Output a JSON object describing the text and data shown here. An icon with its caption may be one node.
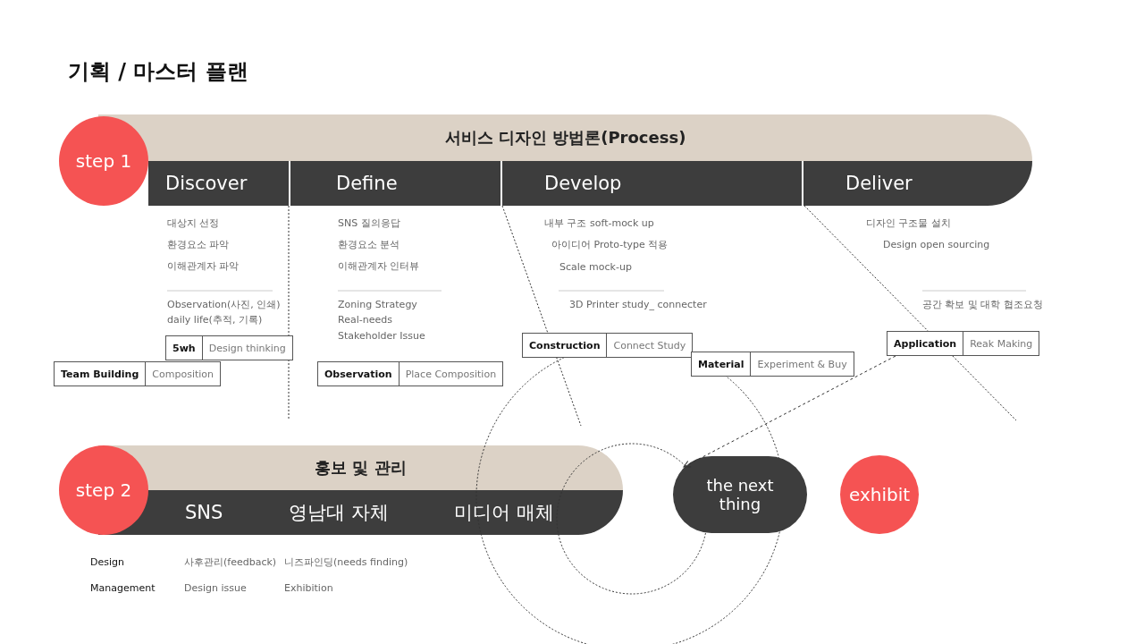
{
  "diagram": {
    "title": "기획 / 마스터 플랜",
    "nodes": [
      {
        "text": [
          "step 1"
        ]
      },
      {
        "text": [
          "서비스 디자인 방법론(Process)"
        ]
      },
      {
        "text": [
          "Discover"
        ]
      },
      {
        "text": [
          "Define"
        ]
      },
      {
        "text": [
          "Develop"
        ]
      },
      {
        "text": [
          "Deliver"
        ]
      },
      {
        "text": [
          "5wh",
          "Design thinking"
        ]
      },
      {
        "text": [
          "Team Building",
          "Composition"
        ]
      },
      {
        "text": [
          "Observation",
          "Place Composition"
        ]
      },
      {
        "text": [
          "Construction",
          "Connect Study"
        ]
      },
      {
        "text": [
          "Material",
          "Experiment & Buy"
        ]
      },
      {
        "text": [
          "Application",
          "Reak Making"
        ]
      },
      {
        "text": [
          "step 2"
        ]
      },
      {
        "text": [
          "홍보 및 관리"
        ]
      },
      {
        "text": [
          "SNS",
          "영남대 자체",
          "미디어 매체"
        ]
      },
      {
        "text": [
          "the next thing"
        ]
      },
      {
        "text": [
          "exhibit"
        ]
      }
    ],
    "edges": [
      {
        "from": 11,
        "to": 15,
        "arrow": "to",
        "style": "dashed"
      }
    ],
    "labels": [
      "대상지 선정",
      "환경요소 파악",
      "이해관계자 파악",
      "Observation(사진, 인쇄)",
      "daily life(추적, 기록)",
      "SNS 질의응답",
      "환경요소 분석",
      "이해관계자 인터뷰",
      "Zoning Strategy",
      "Real-needs",
      "Stakeholder Issue",
      "내부 구조 soft-mock up",
      "아이디어 Proto-type 적용",
      "Scale mock-up",
      "3D Printer study_ connecter",
      "디자인 구조물 설치",
      "Design open sourcing",
      "공간 확보 및 대학 협조요청",
      "Design",
      "사후관리(feedback)",
      "니즈파인딩(needs finding)",
      "Management",
      "Design issue",
      "Exhibition"
    ]
  }
}
